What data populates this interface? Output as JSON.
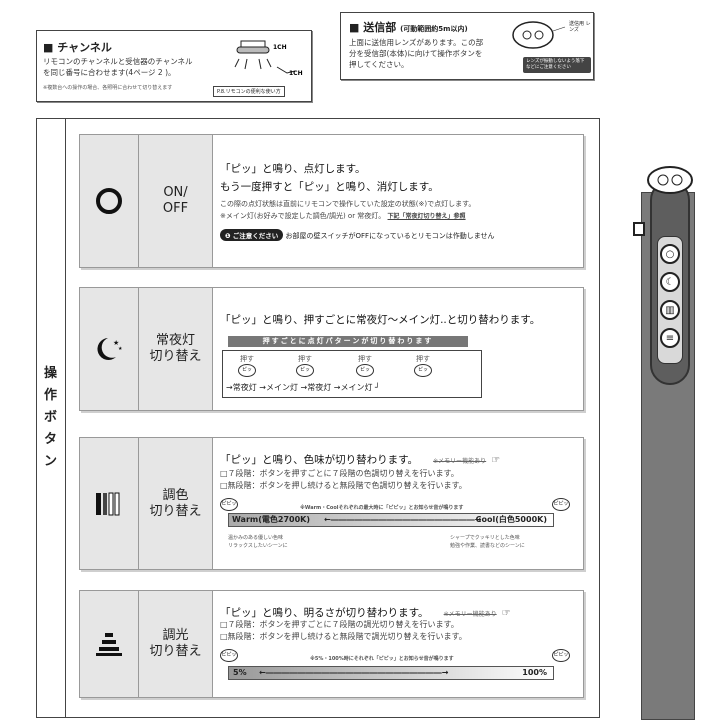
{
  "channel_callout": {
    "title": "■ チャンネル",
    "text1": "リモコンのチャンネルと受信器のチャンネル",
    "text2": "を同じ番号に合わせます(4ページ 2 )。",
    "note": "※複数台への操作の場合、各照明に合わせて切り替えます",
    "ref": "P.8.リモコンの便利な使い方",
    "ch_label": "1CH"
  },
  "transmit_callout": {
    "title": "■ 送信部",
    "subtitle": "(可動範囲約5m以内)",
    "text1": "上面に送信用レンズがあります。この部",
    "text2": "分を受信部(本体)に向けて操作ボタンを",
    "text3": "押してください。",
    "lens_label": "送信用 レンズ",
    "lens_note": "レンズが振動しないよう落下などにご注意ください"
  },
  "side_label": [
    "操",
    "作",
    "ボ",
    "タ",
    "ン"
  ],
  "panels": {
    "power": {
      "label": "ON/\nOFF",
      "lead1": "「ピッ」と鳴り、点灯します。",
      "lead2": "もう一度押すと「ピッ」と鳴り、消灯します。",
      "small1": "この際の点灯状態は直前にリモコンで操作していた設定の状態(※)で点灯します。",
      "small2": "※メイン灯(お好みで設定した調色/調光) or 常夜灯。",
      "ref": "下記「常夜灯切り替え」参照",
      "caution_pill": "❶ ご注意ください",
      "caution_text": "お部屋の壁スイッチがOFFになっているとリモコンは作動しません"
    },
    "night": {
      "label": "常夜灯\n切り替え",
      "lead": "「ピッ」と鳴り、押すごとに常夜灯〜メイン灯..と切り替わります。",
      "pattern": "押すごとに点灯パターンが切り替わります",
      "push": "押す",
      "beep": "ピッ",
      "flow": [
        "常夜灯",
        "メイン灯",
        "常夜灯",
        "メイン灯"
      ]
    },
    "color": {
      "label": "調色\n切り替え",
      "lead": "「ピッ」と鳴り、色味が切り替わります。",
      "memo": "※メモリー機能あり",
      "line1": "□７段階：ボタンを押すごとに７段階の色調切り替えを行います。",
      "line2": "□無段階：ボタンを押し続けると無段階で色調切り替えを行います。",
      "note": "※Warm・Coolそれぞれの最大時に「ピピッ」とお知らせ音が鳴ります",
      "warm": "Warm(電色2700K)",
      "cool": "Cool(白色5000K)",
      "warm_desc1": "温かみのある優しい色味",
      "warm_desc2": "リラックスしたいシーンに",
      "cool_desc1": "シャープでクッキリとした色味",
      "cool_desc2": "勉強や作業、読書などのシーンに",
      "beep2": "ピピッ"
    },
    "dim": {
      "label": "調光\n切り替え",
      "lead": "「ピッ」と鳴り、明るさが切り替わります。",
      "memo": "※メモリー機能あり",
      "line1": "□７段階：ボタンを押すごとに７段階の調光切り替えを行います。",
      "line2": "□無段階：ボタンを押し続けると無段階で調光切り替えを行います。",
      "note": "※5%・100%時にそれぞれ「ピピッ」とお知らせ音が鳴ります",
      "min": "5%",
      "max": "100%",
      "beep2": "ピピッ"
    }
  }
}
